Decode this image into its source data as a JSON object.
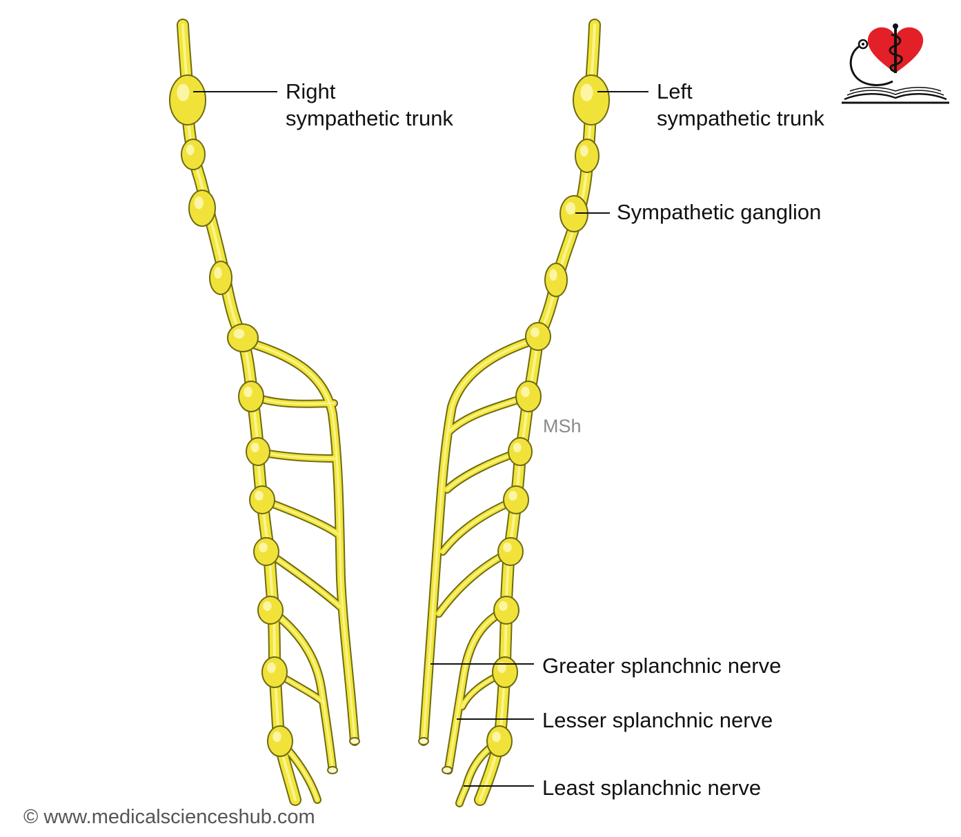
{
  "labels": {
    "right_trunk_line1": "Right",
    "right_trunk_line2": "sympathetic trunk",
    "left_trunk_line1": "Left",
    "left_trunk_line2": "sympathetic trunk",
    "ganglion": "Sympathetic ganglion",
    "greater": "Greater splanchnic nerve",
    "lesser": "Lesser splanchnic nerve",
    "least": "Least splanchnic nerve"
  },
  "signature": "MSh",
  "copyright": "© www.medicalscienceshub.com",
  "logo": {
    "icon": "caduceus-heart-book-icon",
    "heart_color": "#e32028",
    "ink_color": "#111111"
  },
  "colors": {
    "nerve": "#f2e63a",
    "nerve_outline": "#6e6a12",
    "background": "#ffffff"
  }
}
